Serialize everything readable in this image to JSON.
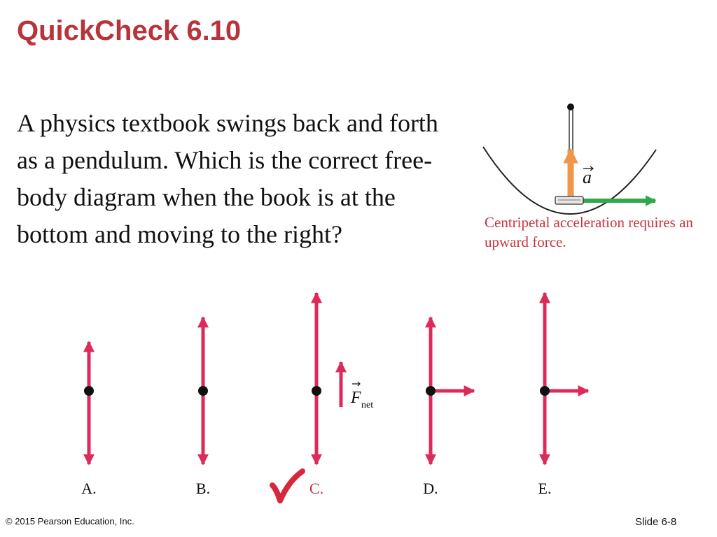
{
  "slide": {
    "title": "QuickCheck 6.10",
    "question": "A physics textbook swings back and forth as a pendulum. Which is the correct free-body diagram when the book is at the bottom and moving to the right?",
    "caption": "Centripetal acceleration requires an upward force.",
    "footer_left": "© 2015 Pearson Education, Inc.",
    "footer_right": "Slide 6-8"
  },
  "pendulum_figure": {
    "acceleration_label": "a",
    "acceleration_arrow_color": "#f0954a",
    "velocity_arrow_color": "#2eaa4a"
  },
  "answer_options": [
    {
      "label": "A.",
      "up_length": 2,
      "down_length": 3,
      "right_arrow": false,
      "correct": false
    },
    {
      "label": "B.",
      "up_length": 3,
      "down_length": 3,
      "right_arrow": false,
      "correct": false
    },
    {
      "label": "C.",
      "up_length": 4,
      "down_length": 3,
      "right_arrow": false,
      "correct": true,
      "net_force_label": "F",
      "net_force_subscript": "net"
    },
    {
      "label": "D.",
      "up_length": 3,
      "down_length": 3,
      "right_arrow": true,
      "correct": false
    },
    {
      "label": "E.",
      "up_length": 4,
      "down_length": 3,
      "right_arrow": true,
      "correct": false
    }
  ],
  "colors": {
    "title": "#b8343a",
    "force_arrow": "#dc2b5a",
    "caption": "#c8343c",
    "checkmark": "#d6283a",
    "correct_label": "#c8343c"
  }
}
